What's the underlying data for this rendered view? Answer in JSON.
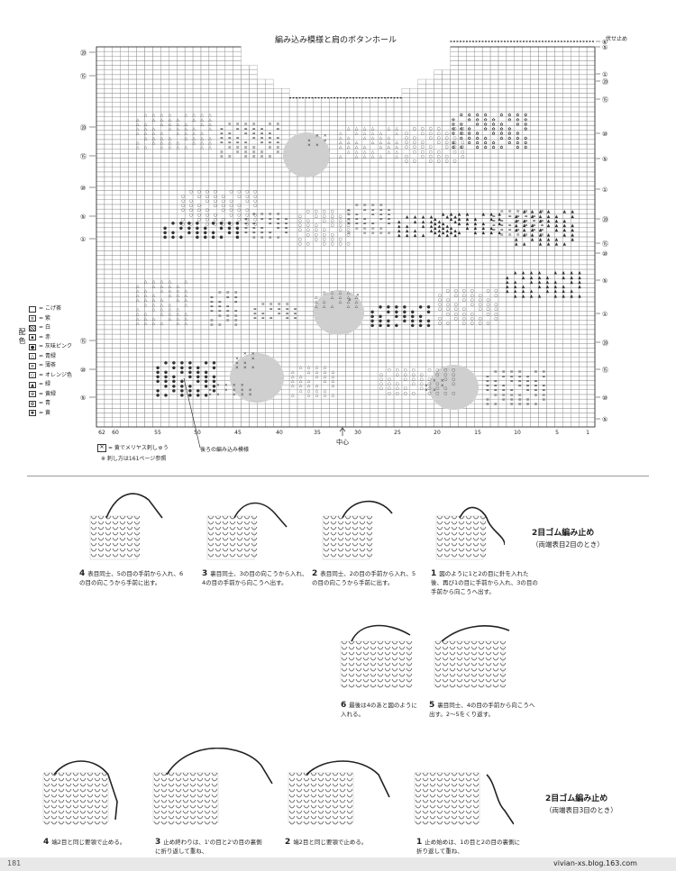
{
  "chart": {
    "title": "編み込み模様と肩のボタンホール",
    "top_right_label": "伏せ止め",
    "center_label": "中心",
    "row_marks_left": [
      "⑳",
      "⑮",
      "⑳",
      "⑮",
      "⑩",
      "⑤",
      "①",
      "⑮",
      "⑩",
      "⑤"
    ],
    "row_marks_right": [
      "⑥",
      "⑤",
      "①",
      "⑳",
      "⑮",
      "⑩",
      "⑤",
      "①",
      "⑳",
      "⑮",
      "⑩",
      "⑤",
      "①",
      "⑳",
      "⑮",
      "⑩",
      "⑤"
    ],
    "stitch_numbers": [
      "62",
      "60",
      "55",
      "50",
      "45",
      "40",
      "35",
      "30",
      "25",
      "20",
      "15",
      "10",
      "5",
      "1"
    ],
    "legend_title": "配色",
    "legend": [
      {
        "sym": "",
        "label": "こげ茶"
      },
      {
        "sym": "≡",
        "label": "紫"
      },
      {
        "sym": "",
        "label": "白"
      },
      {
        "sym": "▪",
        "label": "赤"
      },
      {
        "sym": "●",
        "label": "灰味ピンク"
      },
      {
        "sym": "△",
        "label": "青緑"
      },
      {
        "sym": "≡",
        "label": "薄茶"
      },
      {
        "sym": "○",
        "label": "オレンジ色"
      },
      {
        "sym": "▲",
        "label": "緑"
      },
      {
        "sym": "⊕",
        "label": "黄緑"
      },
      {
        "sym": "✿",
        "label": "青"
      },
      {
        "sym": "✱",
        "label": "黄"
      }
    ],
    "note_key": "= 黄でメリヤス刺しゅう",
    "note_ref": "※ 刺し方は161ページ参照",
    "back_pattern": "後ろの編み込み模様"
  },
  "section1": {
    "title": "2目ゴム編み止め",
    "subtitle": "（両端表目2目のとき）",
    "steps": [
      {
        "n": "4",
        "text": "表目同士、5の目の手前から入れ、6の目の向こうから手前に出す。"
      },
      {
        "n": "3",
        "text": "裏目同士、3の目の向こうから入れ、4の目の手前から向こうへ出す。"
      },
      {
        "n": "2",
        "text": "表目同士、2の目の手前から入れ、5の目の向こうから手前に出す。"
      },
      {
        "n": "1",
        "text": "図のように1と2の目に針を入れた後、再び1の目に手前から入れ、3の目の手前から向こうへ出す。"
      },
      {
        "n": "6",
        "text": "最後は4のあと図のように入れる。"
      },
      {
        "n": "5",
        "text": "裏目同士、4の目の手前から向こうへ出す。2～5をくり返す。"
      }
    ]
  },
  "section2": {
    "title": "2目ゴム編み止め",
    "subtitle": "（両端表目3目のとき）",
    "steps": [
      {
        "n": "4",
        "text": "端2目と同じ要領で止める。"
      },
      {
        "n": "3",
        "text": "止め終わりは、1'の目と2'の目の裏側に折り返して重ね、"
      },
      {
        "n": "2",
        "text": "端2目と同じ要領で止める。"
      },
      {
        "n": "1",
        "text": "止め始めは、1の目と2の目の裏側に折り返して重ね、"
      }
    ]
  },
  "footer": {
    "page": "181",
    "site": "vivian-xs.blog.163.com"
  }
}
